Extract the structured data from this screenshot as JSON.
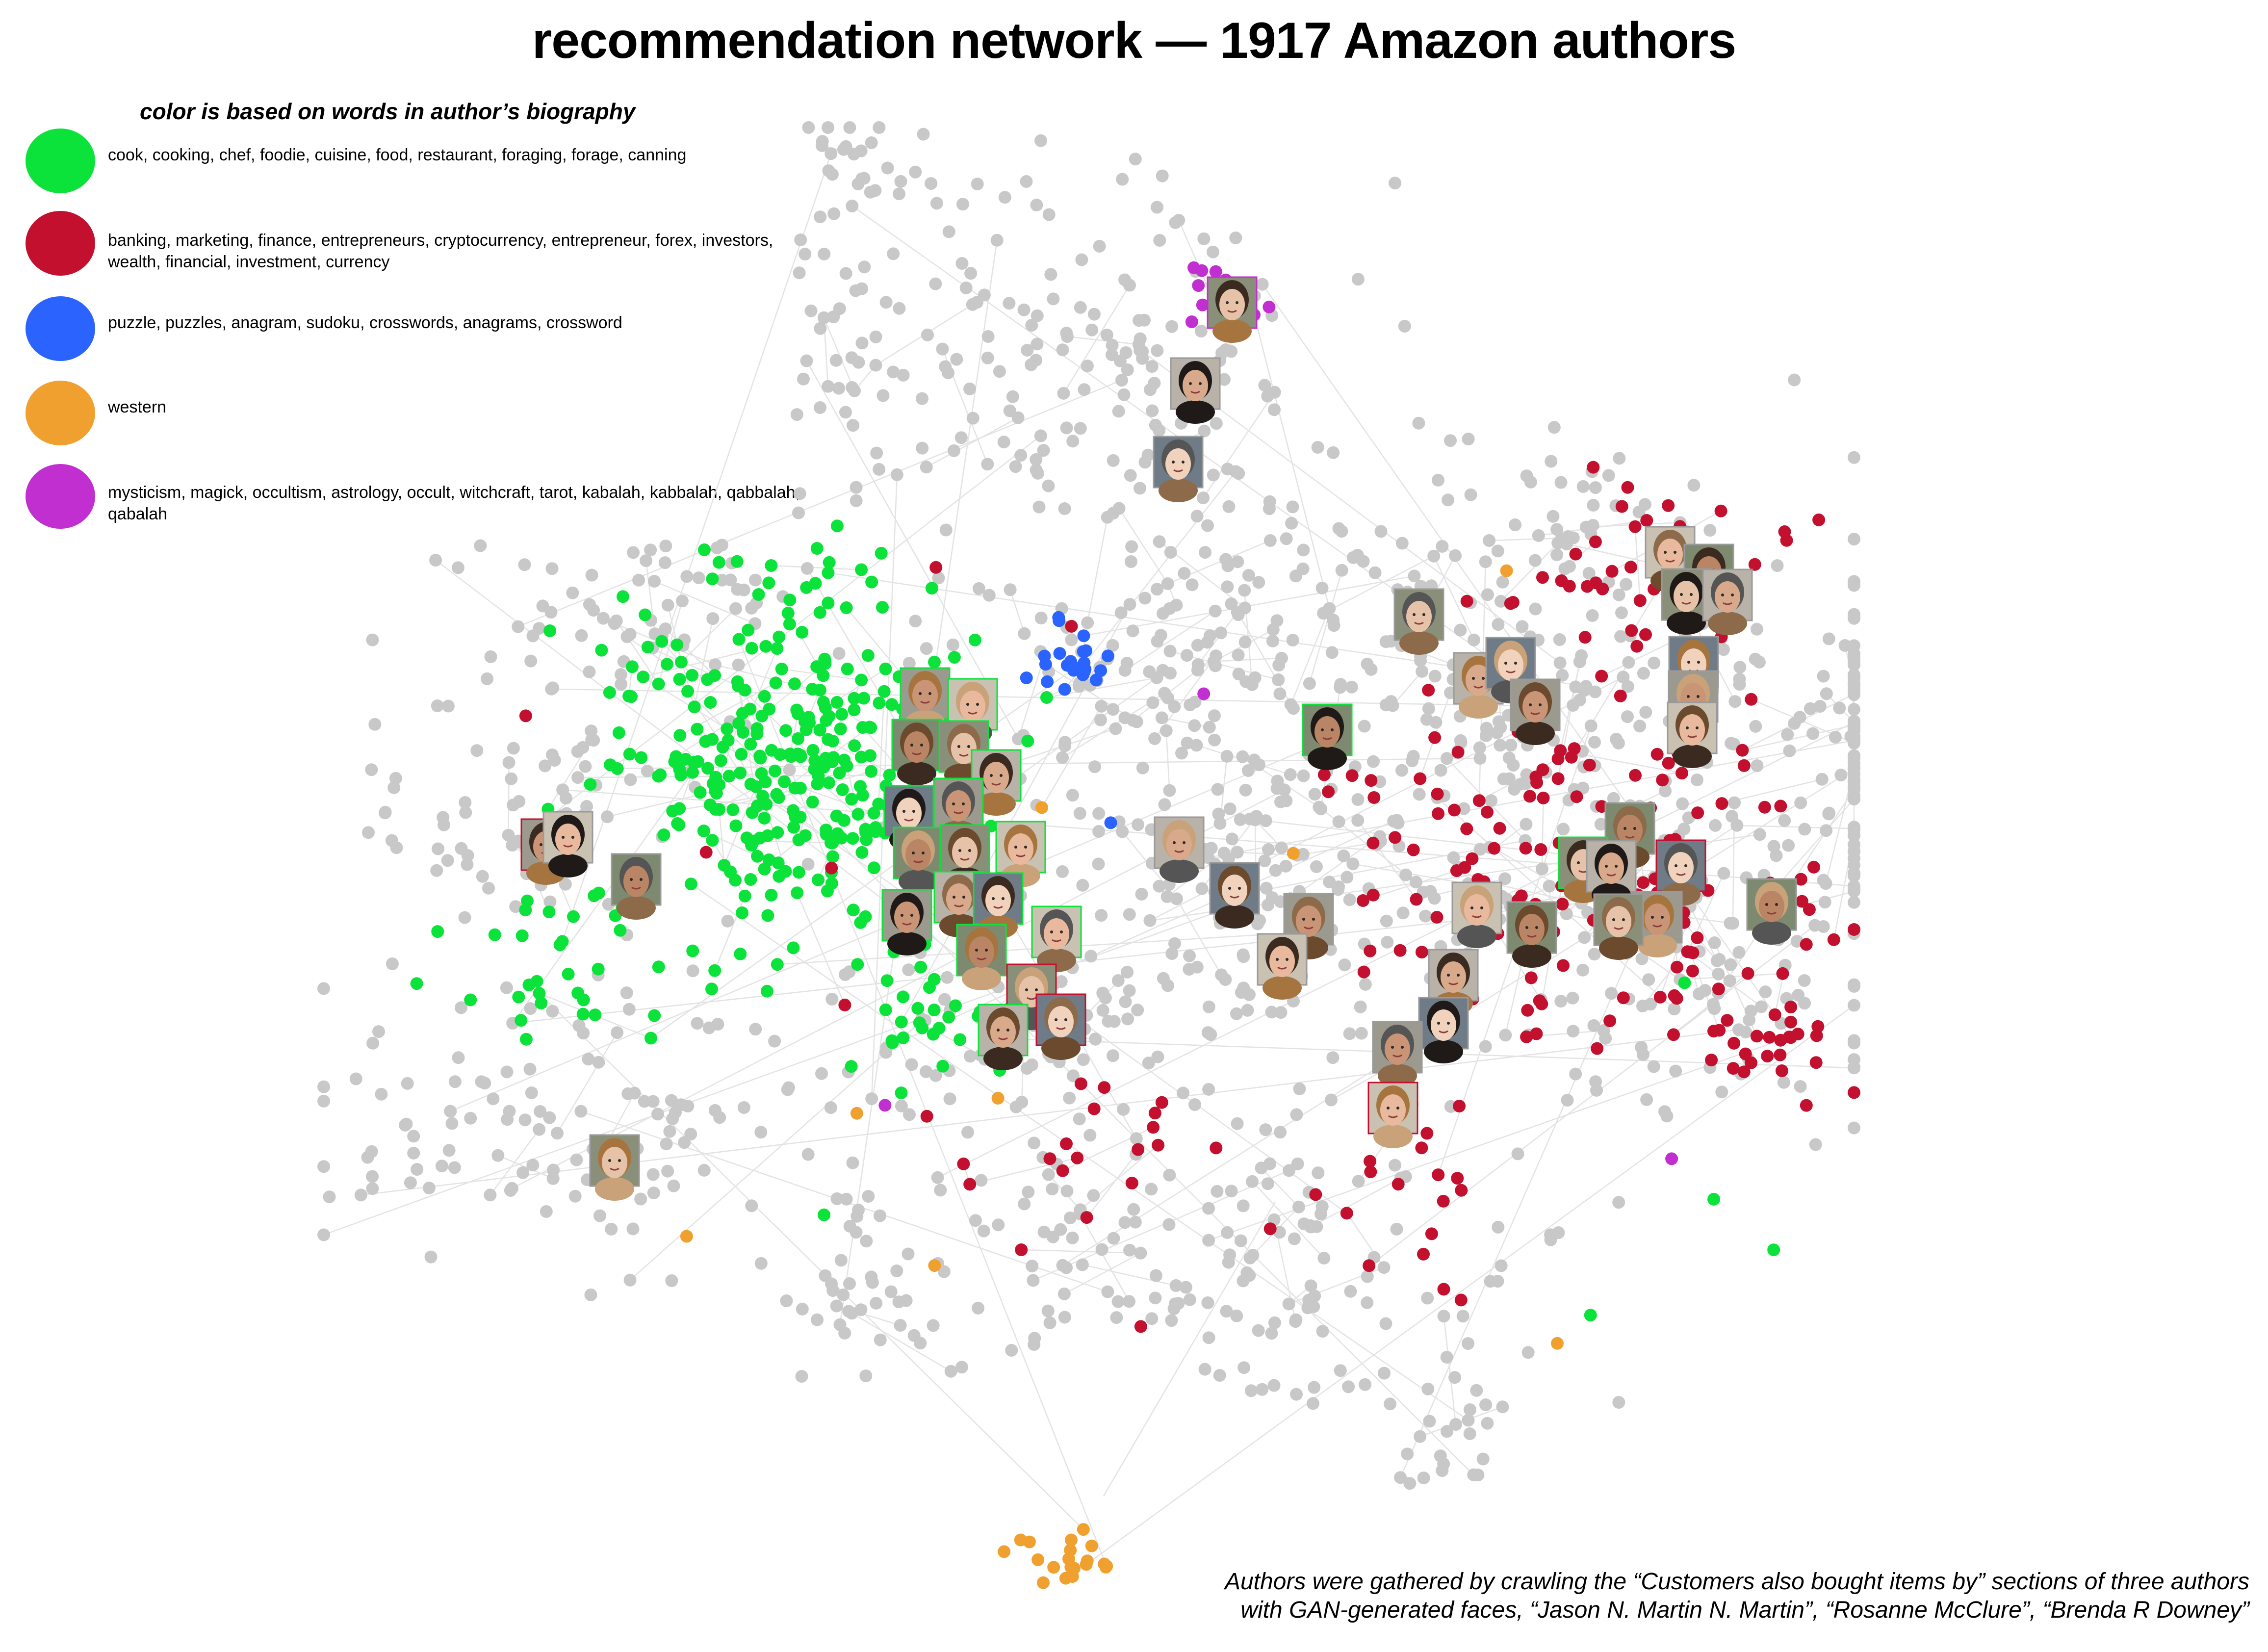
{
  "title": "recommendation network — 1917 Amazon authors",
  "legend": {
    "heading": "color is based on words in author’s biography",
    "items": [
      {
        "key": "cooking",
        "color": "#0be33a",
        "label": "cook, cooking, chef, foodie, cuisine, food, restaurant, foraging, forage, canning"
      },
      {
        "key": "finance",
        "color": "#c3102f",
        "label": "banking, marketing, finance, entrepreneurs, cryptocurrency, entrepreneur, forex, investors, wealth, financial, investment, currency"
      },
      {
        "key": "puzzle",
        "color": "#2b63fe",
        "label": "puzzle, puzzles, anagram, sudoku, crosswords, anagrams, crossword"
      },
      {
        "key": "western",
        "color": "#f0a02e",
        "label": "western"
      },
      {
        "key": "mysticism",
        "color": "#c22fd0",
        "label": "mysticism, magick, occultism, astrology, occult, witchcraft, tarot, kabalah, kabbalah, qabbalah, qabalah"
      }
    ]
  },
  "colors": {
    "other_node": "#c8c8c8",
    "edge": "#e3e3e3",
    "background": "#ffffff"
  },
  "network": {
    "author_count": 1917
  },
  "caption": {
    "line1": "Authors were gathered by crawling the “Customers also bought items by” sections of three authors",
    "line2": "with GAN-generated faces, “Jason N. Martin N. Martin”, “Rosanne McClure”, “Brenda R Downey”"
  }
}
